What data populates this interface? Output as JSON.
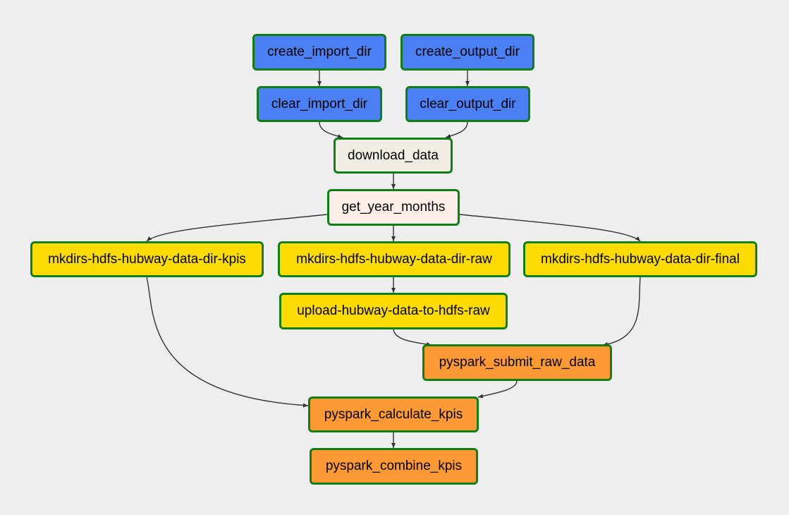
{
  "colors": {
    "border": "#0f7f14",
    "edge": "#333333",
    "background": "#eeeeee"
  },
  "nodes": {
    "create_import_dir": {
      "label": "create_import_dir",
      "color": "#4b80f4"
    },
    "create_output_dir": {
      "label": "create_output_dir",
      "color": "#4b80f4"
    },
    "clear_import_dir": {
      "label": "clear_import_dir",
      "color": "#4b80f4"
    },
    "clear_output_dir": {
      "label": "clear_output_dir",
      "color": "#4b80f4"
    },
    "download_data": {
      "label": "download_data",
      "color": "#f0ede4"
    },
    "get_year_months": {
      "label": "get_year_months",
      "color": "#ffefeb"
    },
    "mkdirs_kpis": {
      "label": "mkdirs-hdfs-hubway-data-dir-kpis",
      "color": "#fcdc00"
    },
    "mkdirs_raw": {
      "label": "mkdirs-hdfs-hubway-data-dir-raw",
      "color": "#fcdc00"
    },
    "mkdirs_final": {
      "label": "mkdirs-hdfs-hubway-data-dir-final",
      "color": "#fcdc00"
    },
    "upload_raw": {
      "label": "upload-hubway-data-to-hdfs-raw",
      "color": "#fcdc00"
    },
    "pyspark_submit_raw_data": {
      "label": "pyspark_submit_raw_data",
      "color": "#fd9a33"
    },
    "pyspark_calculate_kpis": {
      "label": "pyspark_calculate_kpis",
      "color": "#fd9a33"
    },
    "pyspark_combine_kpis": {
      "label": "pyspark_combine_kpis",
      "color": "#fd9a33"
    }
  },
  "edges": [
    [
      "create_import_dir",
      "clear_import_dir"
    ],
    [
      "create_output_dir",
      "clear_output_dir"
    ],
    [
      "clear_import_dir",
      "download_data"
    ],
    [
      "clear_output_dir",
      "download_data"
    ],
    [
      "download_data",
      "get_year_months"
    ],
    [
      "get_year_months",
      "mkdirs_kpis"
    ],
    [
      "get_year_months",
      "mkdirs_raw"
    ],
    [
      "get_year_months",
      "mkdirs_final"
    ],
    [
      "mkdirs_raw",
      "upload_raw"
    ],
    [
      "upload_raw",
      "pyspark_submit_raw_data"
    ],
    [
      "mkdirs_final",
      "pyspark_submit_raw_data"
    ],
    [
      "pyspark_submit_raw_data",
      "pyspark_calculate_kpis"
    ],
    [
      "mkdirs_kpis",
      "pyspark_calculate_kpis"
    ],
    [
      "pyspark_calculate_kpis",
      "pyspark_combine_kpis"
    ]
  ]
}
